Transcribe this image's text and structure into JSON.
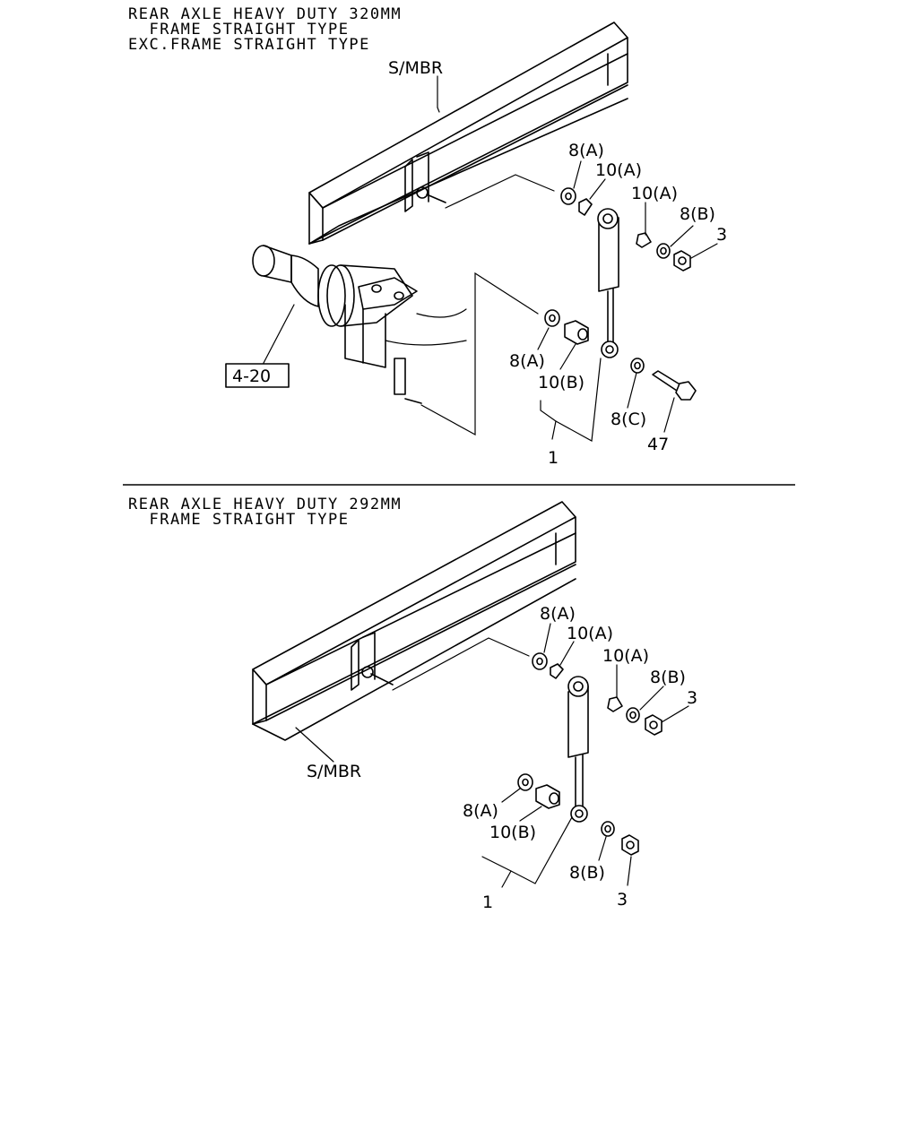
{
  "sections": [
    {
      "title_lines": [
        "REAR AXLE HEAVY DUTY 320MM",
        "  FRAME STRAIGHT TYPE",
        "EXC.FRAME STRAIGHT TYPE"
      ],
      "frame_label": "S/MBR",
      "ref_box": "4-20",
      "callouts": {
        "washer_top": "8(A)",
        "bush_top_inner": "10(A)",
        "bush_top_outer": "10(A)",
        "washer_top_outer": "8(B)",
        "nut_top": "3",
        "washer_bottom_inner": "8(A)",
        "bush_bottom": "10(B)",
        "washer_bottom_outer": "8(C)",
        "bolt_bottom": "47",
        "assembly": "1"
      }
    },
    {
      "title_lines": [
        "REAR AXLE HEAVY DUTY 292MM",
        "  FRAME STRAIGHT TYPE"
      ],
      "frame_label": "S/MBR",
      "callouts": {
        "washer_top": "8(A)",
        "bush_top_inner": "10(A)",
        "bush_top_outer": "10(A)",
        "washer_top_outer": "8(B)",
        "nut_top": "3",
        "washer_bottom_inner": "8(A)",
        "bush_bottom": "10(B)",
        "washer_bottom_outer": "8(B)",
        "nut_bottom": "3",
        "assembly": "1"
      }
    }
  ]
}
